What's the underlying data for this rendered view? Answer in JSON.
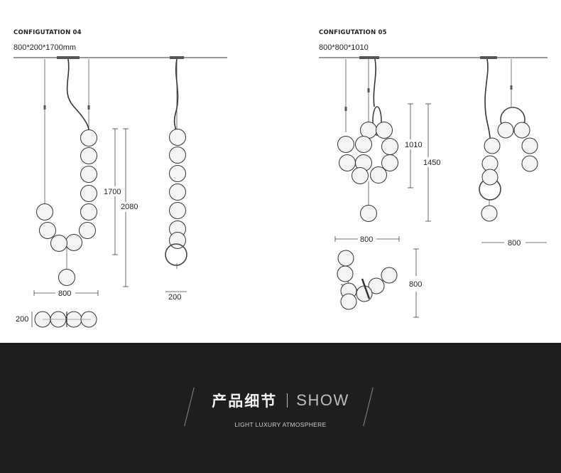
{
  "config_04": {
    "title": "CONFIGUTATION 04",
    "size": "800*200*1700mm",
    "dim_height_1": "1700",
    "dim_height_2": "2080",
    "dim_width": "800",
    "dim_depth_side": "200",
    "dim_depth_top": "200"
  },
  "config_05": {
    "title": "CONFIGUTATION 05",
    "size": "800*800*1010",
    "dim_height_1": "1010",
    "dim_height_2": "1450",
    "dim_width_front": "800",
    "dim_width_side": "800",
    "dim_depth_top": "800"
  },
  "banner": {
    "title_cn": "产品细节",
    "title_en": "SHOW",
    "subtitle": "LIGHT LUXURY ATMOSPHERE",
    "background": "#1e1e1e"
  },
  "colors": {
    "line": "#333333",
    "glass": "#f4f4f4",
    "text": "#222222"
  }
}
